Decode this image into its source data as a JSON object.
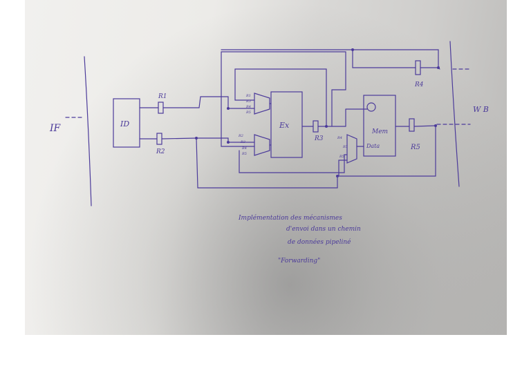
{
  "labels": {
    "stage_if": "IF",
    "stage_wb": "W B",
    "stage_id": "ID",
    "stage_ex": "Ex",
    "mem": "Mem",
    "data": "Data",
    "r1": "R1",
    "r2": "R2",
    "r3": "R3",
    "r4": "R4",
    "r5": "R5",
    "mux1_inputs": [
      "R1",
      "R3",
      "R4",
      "R5"
    ],
    "mux2_inputs": [
      "R2",
      "R3",
      "R4",
      "R5"
    ],
    "mux3_inputs": [
      "R4",
      "R5",
      "R5"
    ]
  },
  "caption": {
    "line1": "Implémentation des mécanismes",
    "line2": "d'envoi dans un chemin",
    "line3": "de données pipeliné",
    "line4": "\"Forwarding\""
  },
  "colors": {
    "ink": "#4b3a9a",
    "paper": "#ecebe8"
  }
}
